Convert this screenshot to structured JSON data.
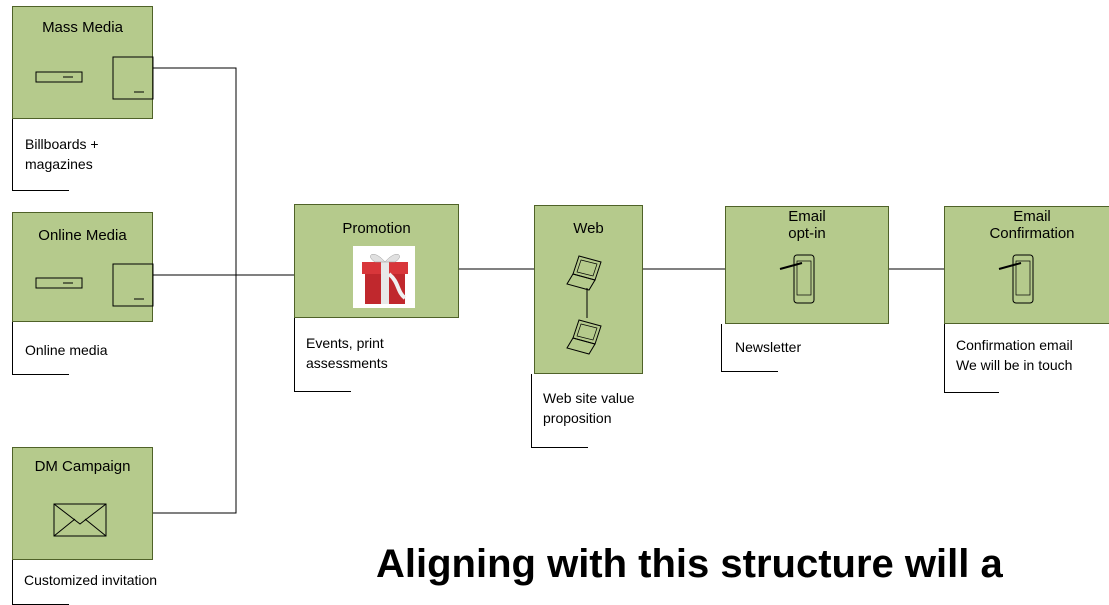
{
  "nodes": {
    "mass_media": {
      "title": "Mass Media",
      "caption": "Billboards +\nmagazines"
    },
    "online_media": {
      "title": "Online Media",
      "caption": "Online media"
    },
    "dm_campaign": {
      "title": "DM Campaign",
      "caption": "Customized invitation"
    },
    "promotion": {
      "title": "Promotion",
      "caption": "Events, print\nassessments"
    },
    "web": {
      "title": "Web",
      "caption": "Web site value\nproposition"
    },
    "email_optin": {
      "title": "Email\nopt-in",
      "caption": "Newsletter"
    },
    "email_confirmation": {
      "title": "Email\nConfirmation",
      "caption": "Confirmation email\nWe will be in touch"
    }
  },
  "icons": {
    "mass_media": [
      "printer-icon",
      "monitor-icon"
    ],
    "online_media": [
      "printer-icon",
      "monitor-icon"
    ],
    "dm_campaign": [
      "envelope-icon"
    ],
    "promotion": [
      "gift-icon"
    ],
    "web": [
      "laptop-icon",
      "laptop-icon"
    ],
    "email_optin": [
      "tablet-icon"
    ],
    "email_confirmation": [
      "tablet-icon"
    ]
  },
  "colors": {
    "node_fill": "#b5ca8c",
    "node_border": "#4f6228",
    "gift_red": "#c0282d"
  },
  "banner": "Aligning with this structure will a"
}
